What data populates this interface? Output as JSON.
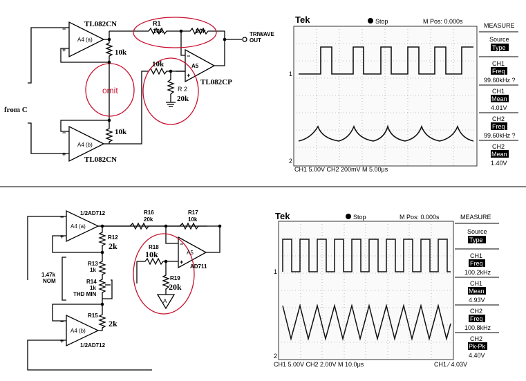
{
  "top_schematic": {
    "op_a_name": "TL082CN",
    "op_a_ref": "A4 (a)",
    "op_b_name": "TL082CN",
    "op_b_ref": "A4 (b)",
    "op_out_name": "TL082CP",
    "op_out_ref": "A5",
    "r_top": "10k",
    "r_bottom": "10k",
    "r1_ref": "R1",
    "r1_val": "10k",
    "r_fb_val": "20k",
    "r_in_val": "10k",
    "r2_ref": "R 2",
    "r2_val": "20k",
    "output_label_1": "TRIWAVE",
    "output_label_2": "OUT",
    "omit_label": "omit",
    "from_label": "from C"
  },
  "top_scope": {
    "brand": "Tek",
    "status": "Stop",
    "mpos": "M Pos: 0.000s",
    "menu_title": "MEASURE",
    "source_label": "Source",
    "source_value": "Type",
    "m1_ch": "CH1",
    "m1_type": "Freq",
    "m1_val": "99.60kHz ?",
    "m2_ch": "CH1",
    "m2_type": "Mean",
    "m2_val": "4.01V",
    "m3_ch": "CH2",
    "m3_type": "Freq",
    "m3_val": "99.60kHz ?",
    "m4_ch": "CH2",
    "m4_type": "Mean",
    "m4_val": "1.40V",
    "ch1_marker": "1",
    "ch2_marker": "2",
    "footer": "CH1   5.00V     CH2   200mV    M  5.00μs"
  },
  "bottom_schematic": {
    "op_a_name": "1/2AD712",
    "op_a_ref": "A4 (a)",
    "op_b_name": "1/2AD712",
    "op_b_ref": "A4 (b)",
    "op_out_name": "AD711",
    "op_out_ref": "A5",
    "r12_ref": "R12",
    "r12_val": "2k",
    "r13_ref": "R13",
    "r13_val": "1k",
    "r14_ref": "R14",
    "r14_val": "1k",
    "thd_label": "THD MIN",
    "r15_ref": "R15",
    "r15_val": "2k",
    "nom_label_1": "1.47k",
    "nom_label_2": "NOM",
    "r16_ref": "R16",
    "r16_val": "20k",
    "r17_ref": "R17",
    "r17_val": "10k",
    "r18_ref": "R18",
    "r18_val": "10k",
    "r19_ref": "R19",
    "r19_val": "20k",
    "ref_symbol": "A"
  },
  "bottom_scope": {
    "brand": "Tek",
    "status": "Stop",
    "mpos": "M Pos: 0.000s",
    "menu_title": "MEASURE",
    "source_label": "Source",
    "source_value": "Type",
    "m1_ch": "CH1",
    "m1_type": "Freq",
    "m1_val": "100.2kHz",
    "m2_ch": "CH1",
    "m2_type": "Mean",
    "m2_val": "4.93V",
    "m3_ch": "CH2",
    "m3_type": "Freq",
    "m3_val": "100.8kHz",
    "m4_ch": "CH2",
    "m4_type": "Pk-Pk",
    "m4_val": "4.40V",
    "ch1_marker": "1",
    "ch2_marker": "2",
    "footer": "CH1   5.00V     CH2   2.00V    M  10.0μs",
    "footer_right": "CH1  ∕  4.03V"
  }
}
